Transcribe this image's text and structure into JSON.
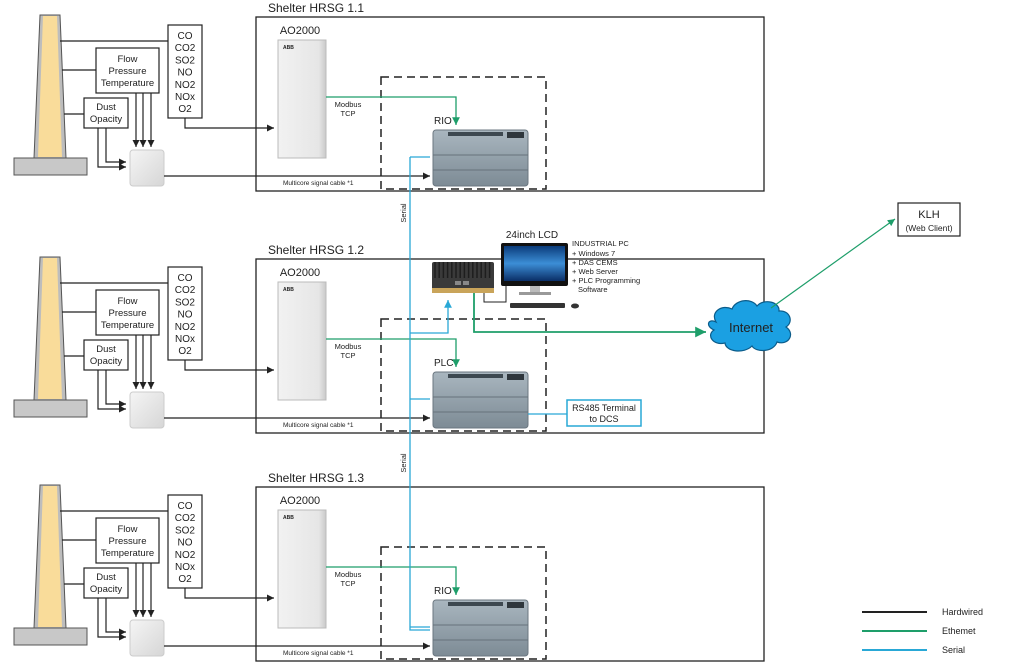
{
  "colors": {
    "hardwired": "#222222",
    "ethernet": "#1e9e6a",
    "serial": "#29a8d6",
    "stack_fill": "#f9dc9a",
    "cloud_fill": "#1ba0e2"
  },
  "shelters": [
    {
      "title": "Shelter HRSG 1.1",
      "analyzer": "AO2000",
      "analyzer_brand": "ABB",
      "controller": "RIO",
      "modbus": [
        "Modbus",
        "TCP"
      ],
      "cable_label": "Multicore signal cable *1",
      "gases": [
        "CO",
        "CO2",
        "SO2",
        "NO",
        "NO2",
        "NOx",
        "O2"
      ],
      "flow_box": [
        "Flow",
        "Pressure",
        "Temperature"
      ],
      "dust_box": [
        "Dust",
        "Opacity"
      ]
    },
    {
      "title": "Shelter HRSG 1.2",
      "analyzer": "AO2000",
      "analyzer_brand": "ABB",
      "controller": "PLC",
      "modbus": [
        "Modbus",
        "TCP"
      ],
      "cable_label": "Multicore signal cable *1",
      "gases": [
        "CO",
        "CO2",
        "SO2",
        "NO",
        "NO2",
        "NOx",
        "O2"
      ],
      "flow_box": [
        "Flow",
        "Pressure",
        "Temperature"
      ],
      "dust_box": [
        "Dust",
        "Opacity"
      ]
    },
    {
      "title": "Shelter HRSG 1.3",
      "analyzer": "AO2000",
      "analyzer_brand": "ABB",
      "controller": "RIO",
      "modbus": [
        "Modbus",
        "TCP"
      ],
      "cable_label": "Multicore signal cable *1",
      "gases": [
        "CO",
        "CO2",
        "SO2",
        "NO",
        "NO2",
        "NOx",
        "O2"
      ],
      "flow_box": [
        "Flow",
        "Pressure",
        "Temperature"
      ],
      "dust_box": [
        "Dust",
        "Opacity"
      ]
    }
  ],
  "serial_label": "Serial",
  "lcd_label": "24inch LCD",
  "industrial_pc": {
    "title": "INDUSTRIAL PC",
    "items": [
      "+ Windows 7",
      "+ DAS CEMS",
      "+ Web Server",
      "+ PLC Programming",
      "Software"
    ]
  },
  "rs485": [
    "RS485 Terminal",
    "to DCS"
  ],
  "internet_label": "Internet",
  "klh": [
    "KLH",
    "(Web Client)"
  ],
  "legend": [
    {
      "label": "Hardwired",
      "type": "hardwired"
    },
    {
      "label": "Ethemet",
      "type": "ethernet"
    },
    {
      "label": "Serial",
      "type": "serial"
    }
  ]
}
